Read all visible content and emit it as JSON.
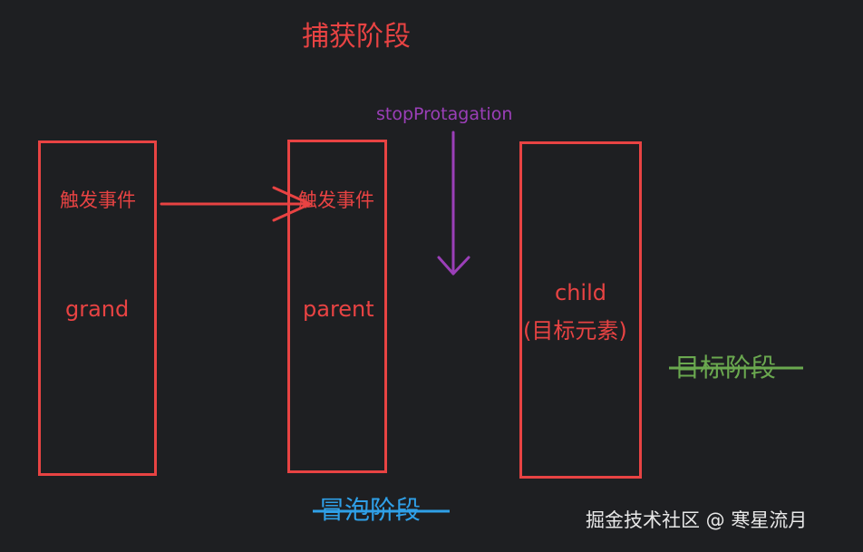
{
  "diagram": {
    "title_capture": "捕获阶段",
    "stop_label": "stopProtagation",
    "target_phase": "目标阶段",
    "bubble_phase": "冒泡阶段",
    "watermark": "掘金技术社区 @ 寒星流月",
    "nodes": {
      "grand": {
        "event": "触发事件",
        "name": "grand"
      },
      "parent": {
        "event": "触发事件",
        "name": "parent"
      },
      "child": {
        "name": "child",
        "note": "(目标元素)"
      }
    },
    "colors": {
      "background": "#1e1f22",
      "red": "#e84343",
      "purple": "#9b3fb8",
      "green": "#6aa84f",
      "blue": "#2fa0e8"
    }
  }
}
